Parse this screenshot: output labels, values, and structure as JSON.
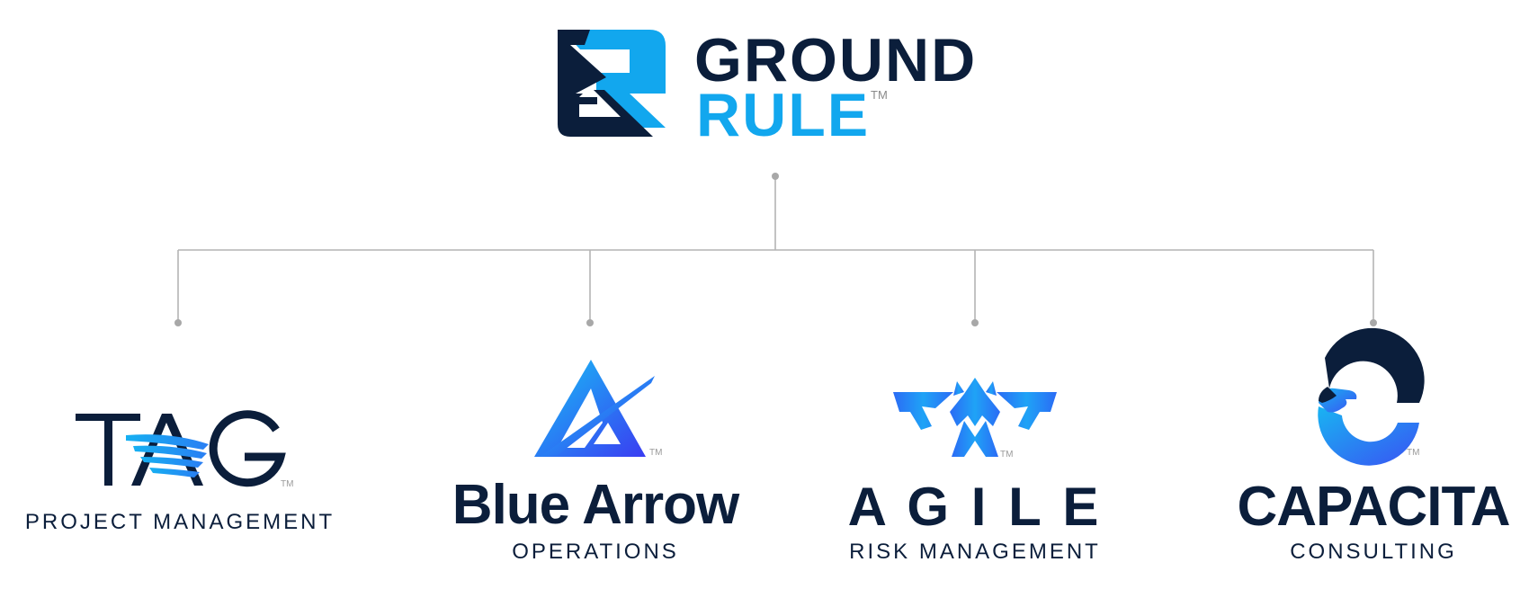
{
  "parent": {
    "name_line1": "GROUND",
    "name_line2": "RULE",
    "trademark": "TM"
  },
  "children": [
    {
      "id": "tag",
      "name": "TAG",
      "subtitle": "PROJECT MANAGEMENT",
      "trademark": "TM"
    },
    {
      "id": "blue-arrow",
      "name": "Blue Arrow",
      "subtitle": "OPERATIONS",
      "trademark": "TM"
    },
    {
      "id": "agile",
      "name": "AGILE",
      "name_display": "A G I L E",
      "subtitle": "RISK MANAGEMENT",
      "trademark": "TM"
    },
    {
      "id": "capacita",
      "name": "CAPACITA",
      "subtitle": "CONSULTING",
      "trademark": "TM"
    }
  ],
  "colors": {
    "navy": "#0b1e3b",
    "sky_blue": "#12a7ee",
    "royal_blue": "#2f5bf3",
    "connector_gray": "#b4b4b4"
  },
  "icons": {
    "parent": "ground-rule-gr-monogram-icon",
    "tag": "wing-icon",
    "blue-arrow": "triangle-arrow-icon",
    "agile": "eagle-emblem-icon",
    "capacita": "hand-c-icon"
  }
}
